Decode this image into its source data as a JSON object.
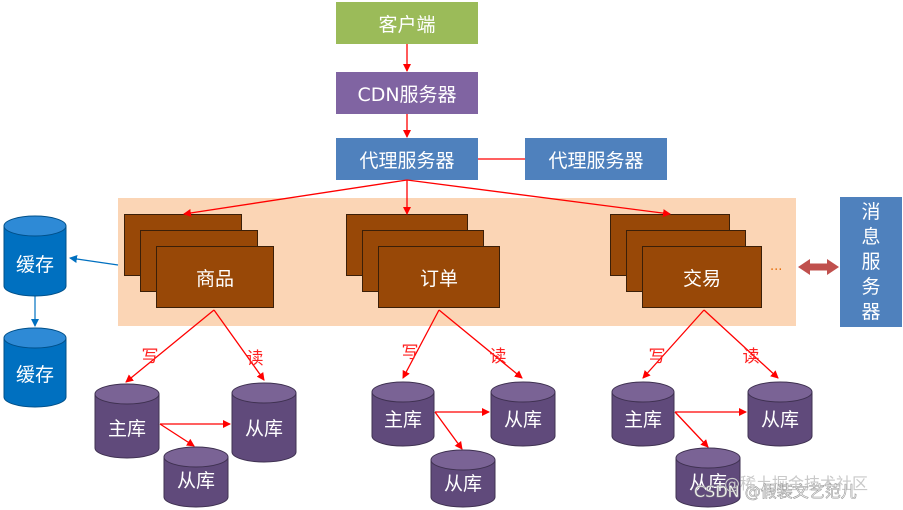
{
  "nodes": {
    "client": "客户端",
    "cdn": "CDN服务器",
    "proxy_main": "代理服务器",
    "proxy_backup": "代理服务器",
    "message_server": "消息服务器"
  },
  "services": [
    {
      "label": "商品",
      "master": "主库",
      "slave_right": "从库",
      "slave_bottom": "从库",
      "write": "写",
      "read": "读"
    },
    {
      "label": "订单",
      "master": "主库",
      "slave_right": "从库",
      "slave_bottom": "从库",
      "write": "写",
      "read": "读"
    },
    {
      "label": "交易",
      "master": "主库",
      "slave_right": "从库",
      "slave_bottom": "从库",
      "write": "写",
      "read": "读"
    }
  ],
  "ellipsis": "···",
  "caches": [
    "缓存",
    "缓存"
  ],
  "watermark": {
    "line1": "@稀土掘金技术社区",
    "line2": "CSDN @假装文艺范儿"
  },
  "colors": {
    "client": "#9bbb59",
    "cdn": "#8064a2",
    "proxy": "#4f81bd",
    "service": "#984807",
    "service_area": "#fbd5b5",
    "cache": "#0070c0",
    "database": "#604a7b",
    "arrow_red": "#ff0000",
    "bidirectional_arrow": "#c0504d"
  }
}
